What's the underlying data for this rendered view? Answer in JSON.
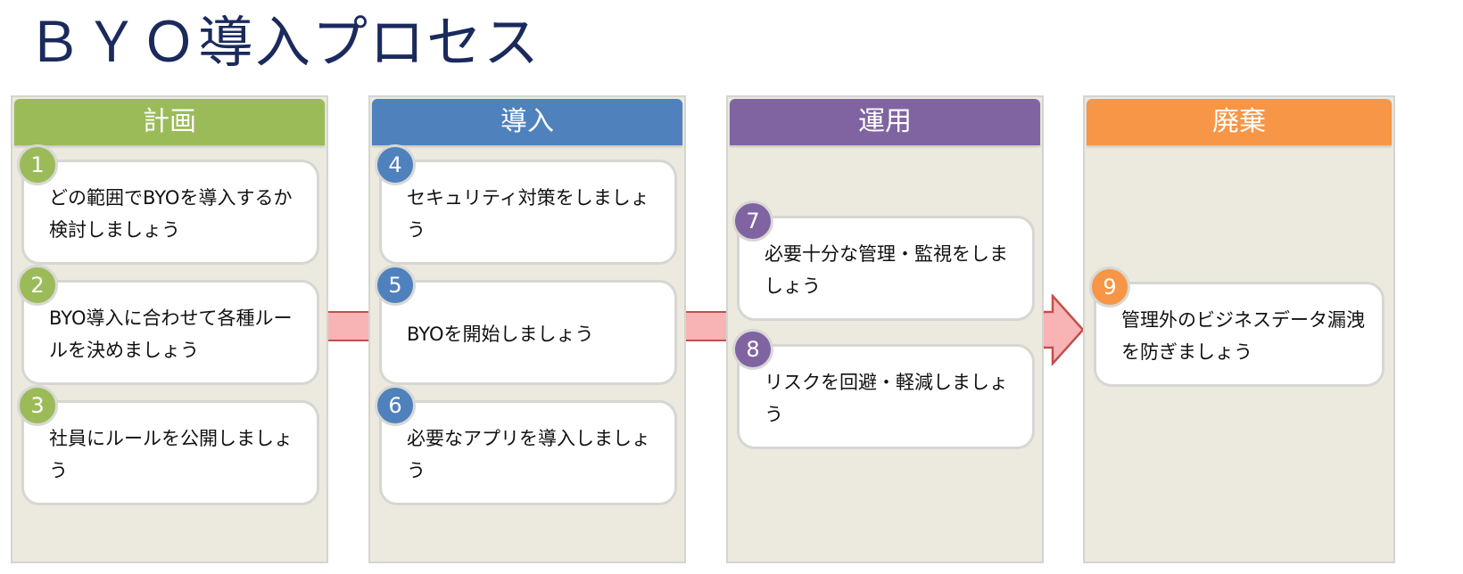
{
  "title": "ＢＹＯ導入プロセス",
  "colors": {
    "plan": "#9bbb59",
    "introduce": "#4f81bd",
    "operate": "#8064a2",
    "dispose": "#f79646",
    "arrow_fill": "#f8b4b4",
    "arrow_stroke": "#c0504d"
  },
  "phases": [
    {
      "label": "計画",
      "steps": [
        {
          "number": "1",
          "text": "どの範囲でBYOを導入するか検討しましょう"
        },
        {
          "number": "2",
          "text": "BYO導入に合わせて各種ルールを決めましょう"
        },
        {
          "number": "3",
          "text": "社員にルールを公開しましょう"
        }
      ]
    },
    {
      "label": "導入",
      "steps": [
        {
          "number": "4",
          "text": "セキュリティ対策をしましょう"
        },
        {
          "number": "5",
          "text": "BYOを開始しましょう"
        },
        {
          "number": "6",
          "text": "必要なアプリを導入しましょう"
        }
      ]
    },
    {
      "label": "運用",
      "steps": [
        {
          "number": "7",
          "text": "必要十分な管理・監視をしましょう"
        },
        {
          "number": "8",
          "text": "リスクを回避・軽減しましょう"
        }
      ]
    },
    {
      "label": "廃棄",
      "steps": [
        {
          "number": "9",
          "text": "管理外のビジネスデータ漏洩を防ぎましょう"
        }
      ]
    }
  ]
}
